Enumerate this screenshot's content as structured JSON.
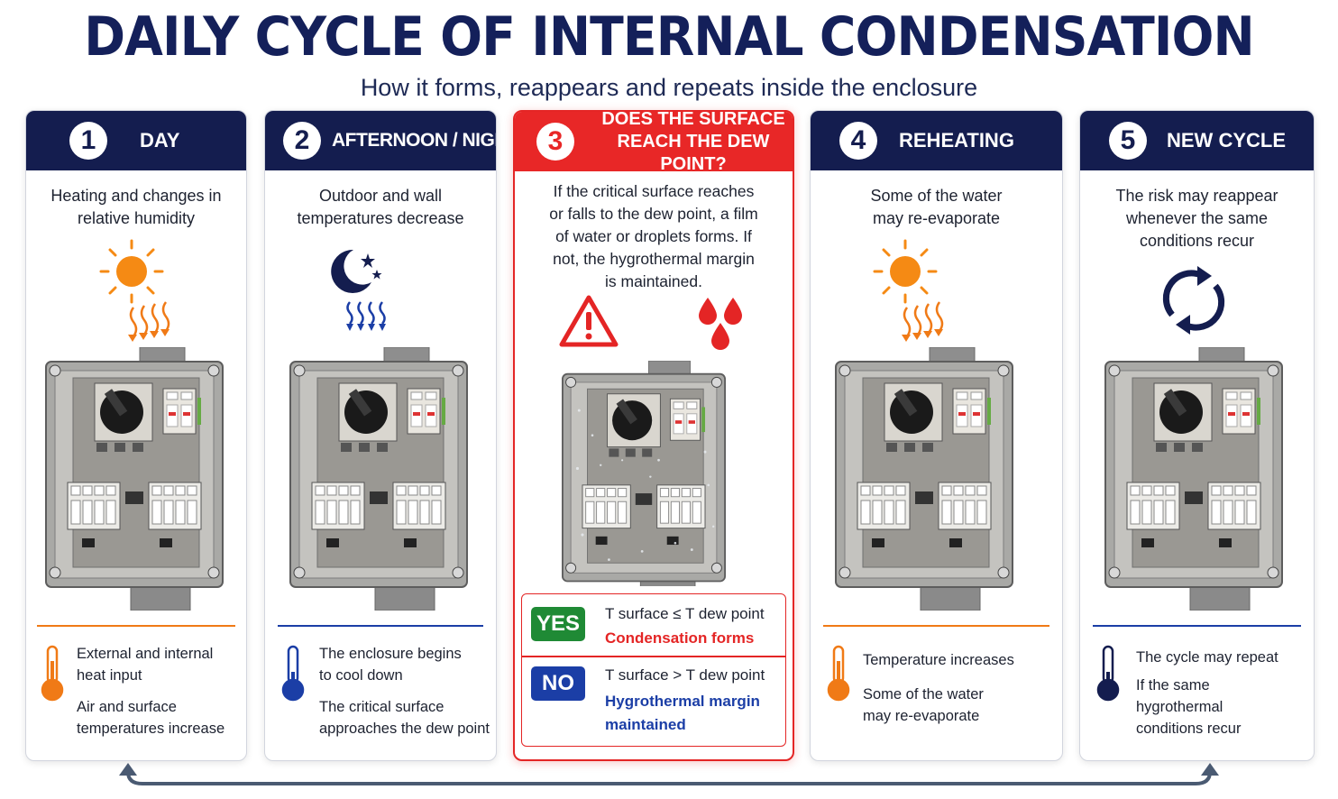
{
  "title": "DAILY CYCLE OF INTERNAL CONDENSATION",
  "subtitle": "How it forms, reappears and repeats inside the enclosure",
  "colors": {
    "navy": "#141d4f",
    "red": "#e82727",
    "orange": "#f07a16",
    "blue": "#1b3ea6",
    "green": "#1f8a35"
  },
  "steps": [
    {
      "number": "1",
      "label": "DAY",
      "desc": [
        "Heating and changes in",
        "relative humidity"
      ],
      "icon": "sun-heat-icon",
      "notes": [
        [
          "External and internal",
          "heat input"
        ],
        [
          "Air and surface",
          "temperatures increase"
        ]
      ]
    },
    {
      "number": "2",
      "label": "AFTERNOON / NIGHT",
      "desc": [
        "Outdoor and wall",
        "temperatures decrease"
      ],
      "icon": "moon-cooling-icon",
      "notes": [
        [
          "The enclosure begins",
          "to cool down"
        ],
        [
          "The critical surface",
          "approaches the dew point"
        ]
      ]
    },
    {
      "number": "3",
      "label_lines": [
        "DOES THE SURFACE",
        "REACH THE DEW POINT?"
      ],
      "desc": [
        "If the critical surface reaches",
        "or falls to the dew point, a film",
        "of water or droplets forms. If",
        "not, the hygrothermal margin",
        "is maintained."
      ],
      "icons": [
        "warning-icon",
        "water-droplets-icon"
      ],
      "yes": {
        "badge": "YES",
        "condition": "T surface ≤ T dew point",
        "result": "Condensation forms"
      },
      "no": {
        "badge": "NO",
        "condition": "T surface > T dew point",
        "result_lines": [
          "Hygrothermal margin",
          "maintained"
        ]
      }
    },
    {
      "number": "4",
      "label": "REHEATING",
      "desc": [
        "Some of the water",
        "may re-evaporate"
      ],
      "icon": "sun-heat-icon",
      "notes": [
        [
          "Temperature increases"
        ],
        [
          "Some of the water",
          "may re-evaporate"
        ]
      ]
    },
    {
      "number": "5",
      "label": "NEW CYCLE",
      "desc": [
        "The risk may reappear",
        "whenever the same",
        "conditions recur"
      ],
      "icon": "cycle-arrows-icon",
      "notes": [
        [
          "The cycle may repeat"
        ],
        [
          "If the same",
          "hygrothermal",
          "conditions recur"
        ]
      ]
    }
  ]
}
